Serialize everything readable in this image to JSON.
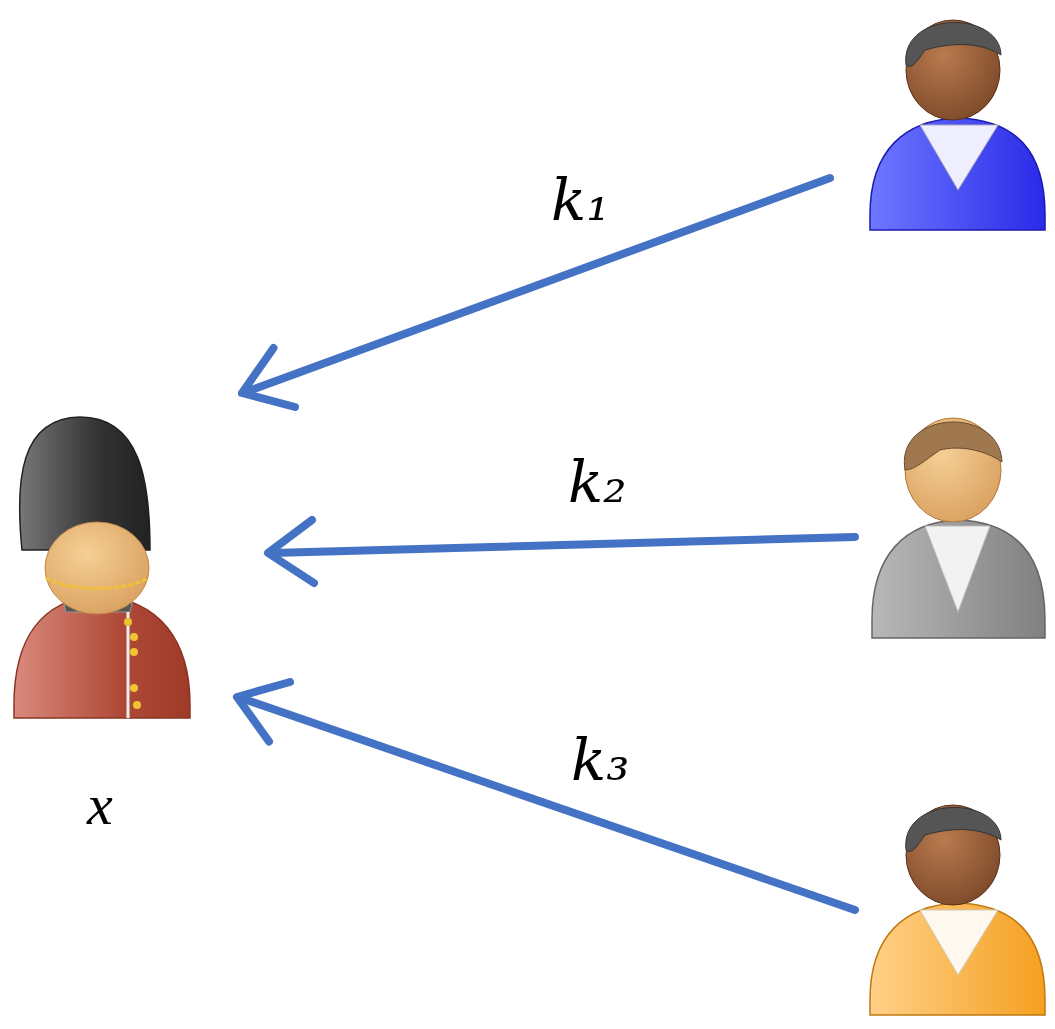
{
  "diagram": {
    "nodes": [
      {
        "text": [
          "x"
        ]
      }
    ],
    "labels": [
      "k₁",
      "k₂",
      "k₃"
    ]
  }
}
